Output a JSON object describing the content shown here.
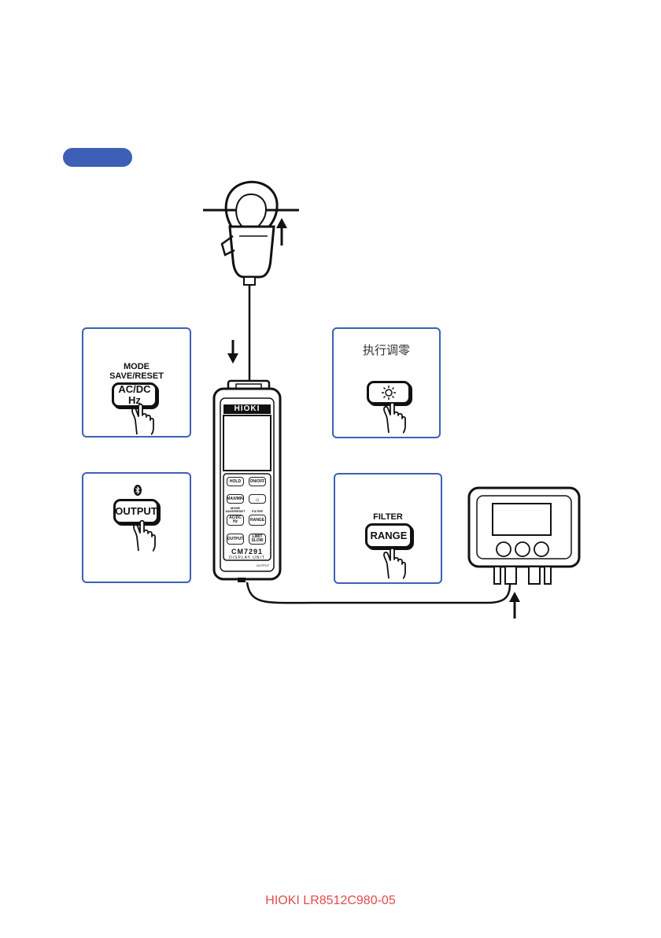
{
  "panels": {
    "mode": {
      "label_top": "MODE",
      "label_bottom": "SAVE/RESET",
      "key_line1": "AC/DC",
      "key_line2": "Hz"
    },
    "output": {
      "key": "OUTPUT",
      "icon": "bluetooth-icon"
    },
    "zero_adjust": {
      "caption": "执行调零",
      "icon": "sun-icon"
    },
    "range": {
      "label": "FILTER",
      "key": "RANGE"
    }
  },
  "display_unit": {
    "brand": "HIOKI",
    "model": "CM7291",
    "subtitle": "DISPLAY UNIT",
    "keys": {
      "hold": "HOLD",
      "on_off": "ON/OFF",
      "max_min": "MAX/MIN",
      "acdc_line1": "AC/DC",
      "acdc_line2": "Hz",
      "range": "RANGE",
      "output": "OUTPUT",
      "limit_line1": "LIMIT",
      "limit_line2": "SLOW"
    },
    "labels": {
      "mode_line1": "MODE",
      "mode_line2": "SAVE/RESET",
      "filter": "FILTER",
      "output_port": "OUTPUT"
    }
  },
  "footer": {
    "text": "HIOKI LR8512C980-05"
  },
  "colors": {
    "accent_blue": "#3d5fb6",
    "footer_red": "#e34a4a"
  }
}
